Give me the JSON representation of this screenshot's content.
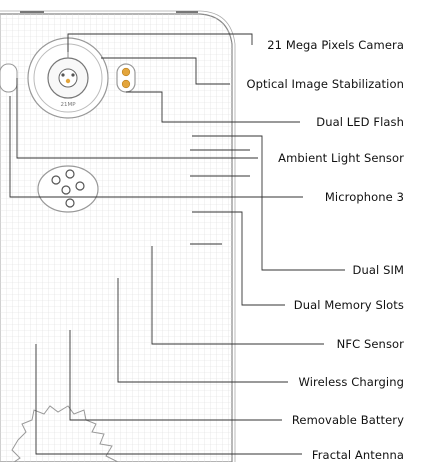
{
  "callouts": [
    {
      "id": "camera",
      "label": "21 Mega Pixels Camera"
    },
    {
      "id": "ois",
      "label": "Optical Image Stabilization"
    },
    {
      "id": "flash",
      "label": "Dual LED Flash"
    },
    {
      "id": "als",
      "label": "Ambient Light Sensor"
    },
    {
      "id": "mic3",
      "label": "Microphone 3"
    },
    {
      "id": "sim",
      "label": "Dual SIM"
    },
    {
      "id": "memory",
      "label": "Dual Memory Slots"
    },
    {
      "id": "nfc",
      "label": "NFC Sensor"
    },
    {
      "id": "wireless",
      "label": "Wireless Charging"
    },
    {
      "id": "battery",
      "label": "Removable Battery"
    },
    {
      "id": "antenna",
      "label": "Fractal Antenna"
    }
  ],
  "camera_lens_text": "21MP",
  "colors": {
    "line": "#333333",
    "grid": "#d9d9d9",
    "body": "#ffffff"
  }
}
